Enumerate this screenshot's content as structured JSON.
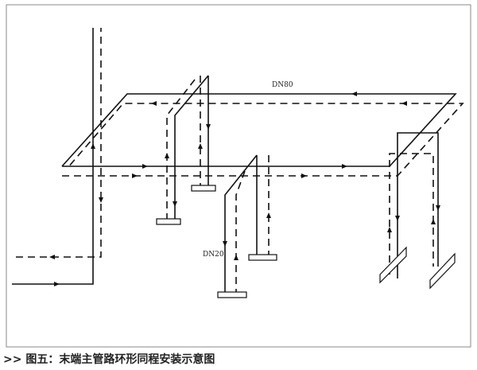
{
  "diagram": {
    "labels": {
      "main_pipe": "DN80",
      "branch_pipe": "DN20"
    },
    "caption": ">> 图五：末端主管路环形同程安装示意图",
    "colors": {
      "line": "#111111",
      "frame": "#888888"
    }
  }
}
